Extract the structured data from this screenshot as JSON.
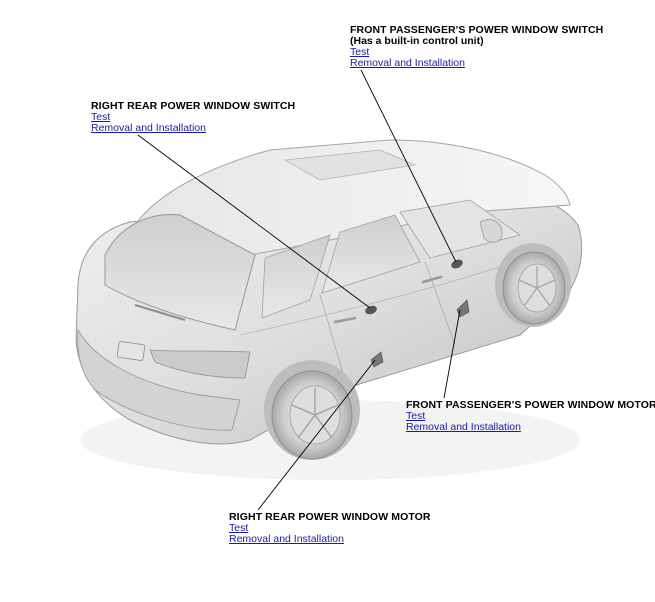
{
  "callouts": {
    "front_passenger_switch": {
      "title": "FRONT PASSENGER'S POWER WINDOW SWITCH",
      "note": "(Has a built-in control unit)",
      "links": [
        "Test",
        "Removal and Installation"
      ]
    },
    "right_rear_switch": {
      "title": "RIGHT REAR POWER WINDOW SWITCH",
      "links": [
        "Test",
        "Removal and Installation"
      ]
    },
    "front_passenger_motor": {
      "title": "FRONT PASSENGER'S POWER WINDOW MOTOR",
      "links": [
        "Test",
        "Removal and Installation"
      ]
    },
    "right_rear_motor": {
      "title": "RIGHT REAR POWER WINDOW MOTOR",
      "links": [
        "Test",
        "Removal and Installation"
      ]
    }
  },
  "colors": {
    "link": "#1a1aa6",
    "leader_line": "#000000",
    "vehicle_body": "#d9d9d9",
    "vehicle_outline": "#9a9a9a"
  }
}
